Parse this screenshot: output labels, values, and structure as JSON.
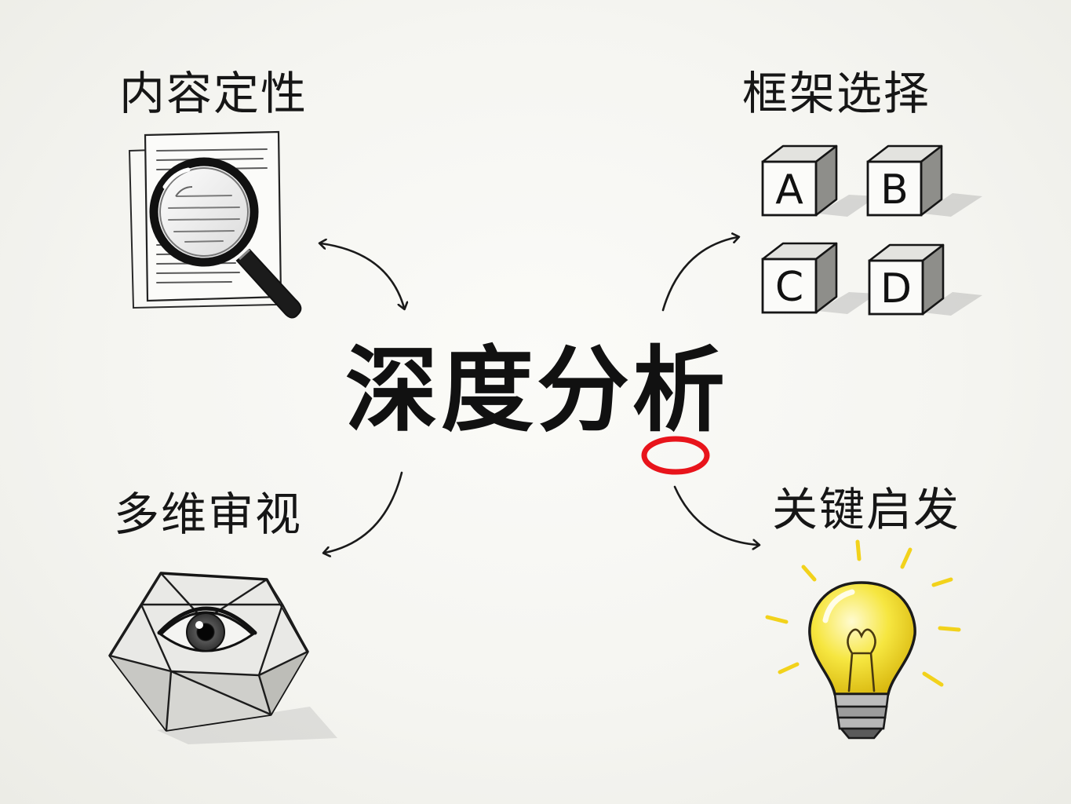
{
  "center": {
    "title": "深度分析"
  },
  "nodes": [
    {
      "label": "内容定性",
      "icon": "document-magnifier-icon"
    },
    {
      "label": "框架选择",
      "icon": "abcd-blocks-icon"
    },
    {
      "label": "多维审视",
      "icon": "polyhedron-eye-icon"
    },
    {
      "label": "关键启发",
      "icon": "lightbulb-icon"
    }
  ],
  "blocks": [
    "A",
    "B",
    "C",
    "D"
  ],
  "colors": {
    "ink": "#161616",
    "highlight_circle": "#e8141b",
    "bulb_yellow": "#f5e23a",
    "ray_yellow": "#f2d21b"
  }
}
